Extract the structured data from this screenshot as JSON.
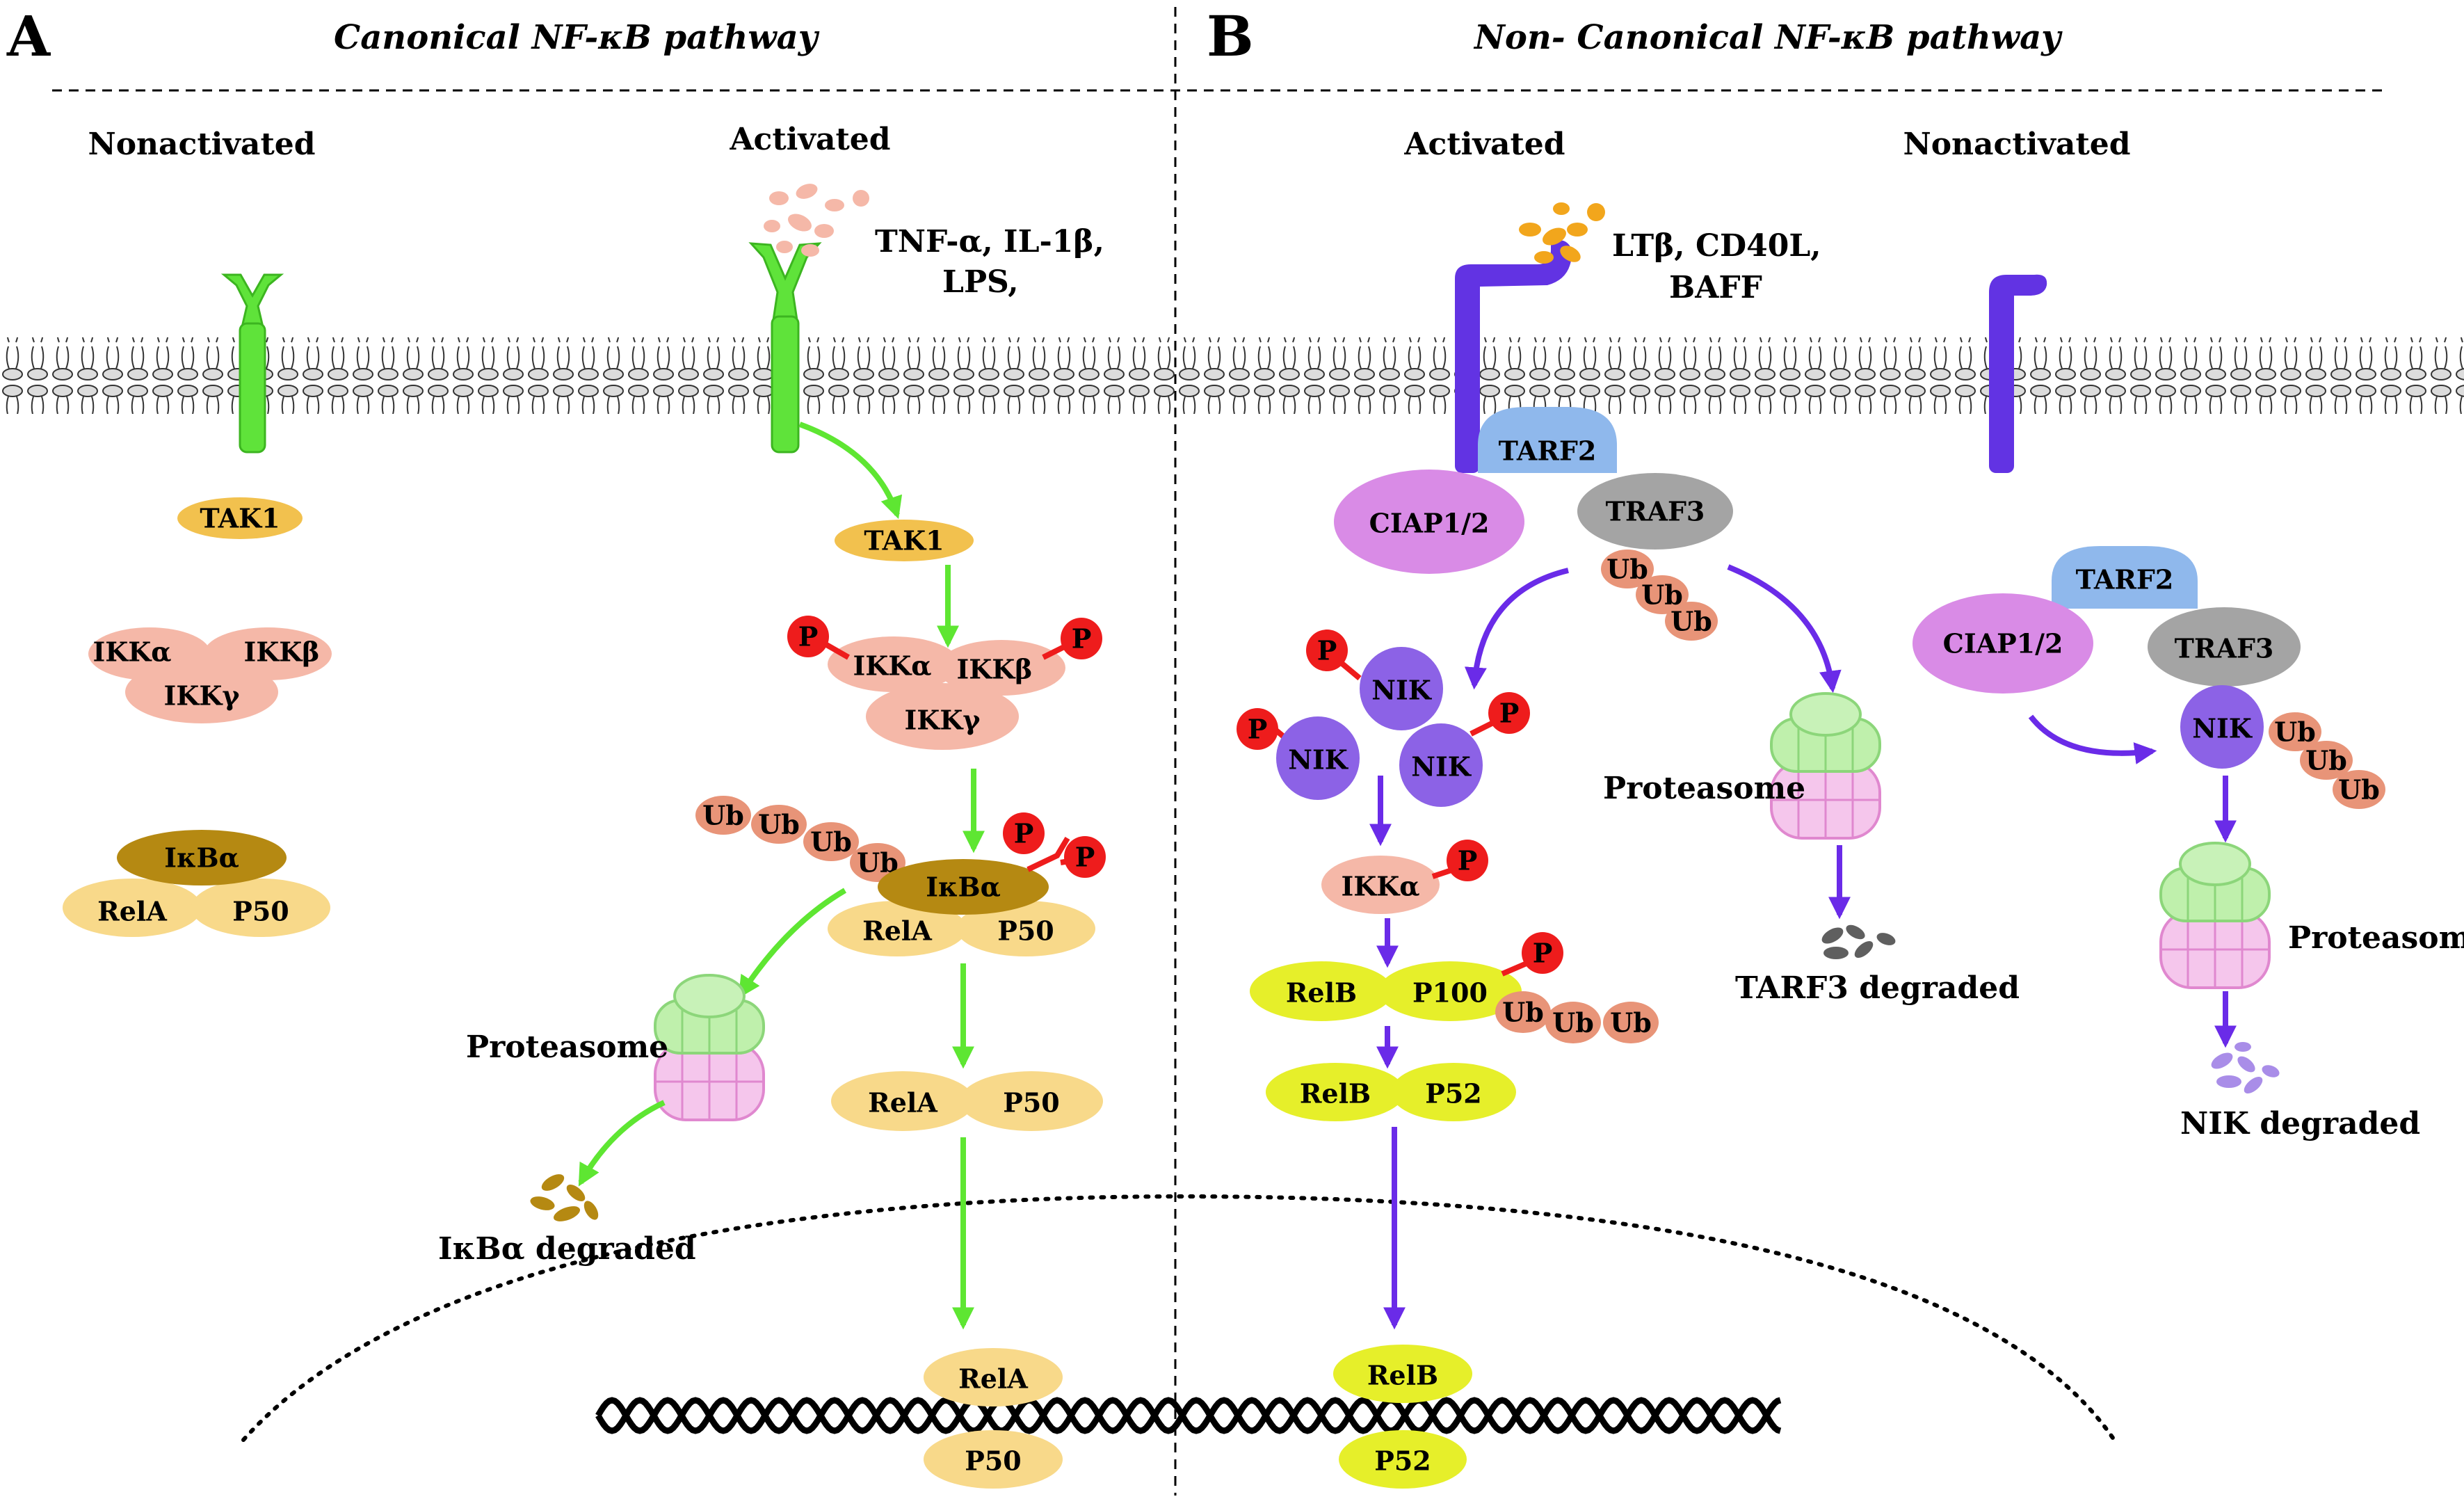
{
  "panels": {
    "a": {
      "letter": "A",
      "title": "Canonical NF-κB pathway"
    },
    "b": {
      "letter": "B",
      "title": "Non- Canonical NF-κB pathway"
    }
  },
  "canonical": {
    "nonactivated_header": "Nonactivated",
    "activated_header": "Activated",
    "ligands_line1": "TNF-α, IL-1β,",
    "ligands_line2": "LPS,",
    "tak1": "TAK1",
    "ikk_alpha": "IKKα",
    "ikk_beta": "IKKβ",
    "ikk_gamma": "IKKγ",
    "ikba": "IκBα",
    "rela": "RelA",
    "p50": "P50",
    "phospho": "P",
    "ub": "Ub",
    "proteasome": "Proteasome",
    "degraded": "IκBα degraded"
  },
  "noncanonical": {
    "activated_header": "Activated",
    "nonactivated_header": "Nonactivated",
    "ligands_line1": "LTβ, CD40L,",
    "ligands_line2": "BAFF",
    "tarf2": "TARF2",
    "ciap": "CIAP1/2",
    "traf3": "TRAF3",
    "nik": "NIK",
    "ikk_alpha": "IKKα",
    "relb": "RelB",
    "p100": "P100",
    "p52": "P52",
    "phospho": "P",
    "ub": "Ub",
    "proteasome": "Proteasome",
    "tarf3_degraded": "TARF3 degraded",
    "nik_degraded": "NIK degraded"
  },
  "colors": {
    "green_arrow": "#5ee632",
    "purple_arrow": "#6a2be8",
    "receptor_green": "#5fe33a",
    "receptor_purple": "#6233e3",
    "tak1": "#f2c14e",
    "ikk": "#f5b8a8",
    "ikba": "#b58912",
    "rela_p50": "#f8d98a",
    "phospho": "#ee1c1c",
    "ub": "#e89478",
    "ciap": "#d98be6",
    "tarf2": "#8fb8ec",
    "traf3": "#a4a4a4",
    "nik": "#8c62e6",
    "relb_p52": "#e6ef2a"
  }
}
